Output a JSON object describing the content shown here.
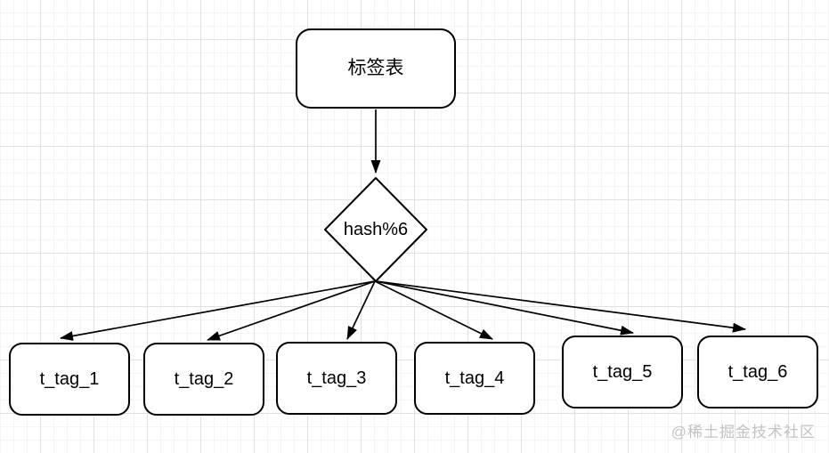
{
  "diagram": {
    "title_node": {
      "label": "标签表"
    },
    "decision_node": {
      "label": "hash%6"
    },
    "tag_nodes": [
      {
        "label": "t_tag_1"
      },
      {
        "label": "t_tag_2"
      },
      {
        "label": "t_tag_3"
      },
      {
        "label": "t_tag_4"
      },
      {
        "label": "t_tag_5"
      },
      {
        "label": "t_tag_6"
      }
    ],
    "watermark": "@稀土掘金技术社区",
    "colors": {
      "stroke": "#000000",
      "node_fill": "#ffffff",
      "grid_major": "#e0e0e0",
      "grid_minor": "#f4f4f4",
      "watermark": "#c2c2c2"
    }
  }
}
